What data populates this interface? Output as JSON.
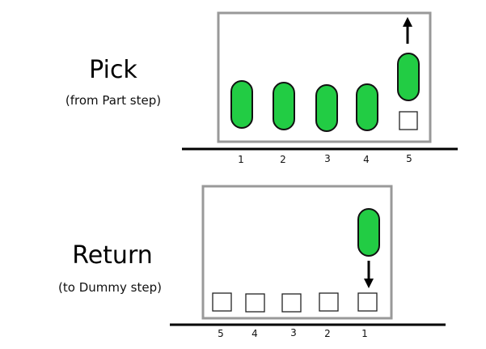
{
  "colors": {
    "part_fill": "#22cc44",
    "part_stroke": "#111111",
    "frame_stroke": "#999999",
    "rail": "#000000",
    "slot_stroke": "#222222"
  },
  "pick": {
    "title": "Pick",
    "subtitle": "(from Part step)",
    "slots": [
      {
        "number": "1",
        "filled": true,
        "raised": false
      },
      {
        "number": "2",
        "filled": true,
        "raised": false
      },
      {
        "number": "3",
        "filled": true,
        "raised": false
      },
      {
        "number": "4",
        "filled": true,
        "raised": false
      },
      {
        "number": "5",
        "filled": false,
        "raised": true
      }
    ],
    "arrow": "up-arrow"
  },
  "return": {
    "title": "Return",
    "subtitle": "(to Dummy step)",
    "slots": [
      {
        "number": "5",
        "filled": false
      },
      {
        "number": "4",
        "filled": false
      },
      {
        "number": "3",
        "filled": false
      },
      {
        "number": "2",
        "filled": false
      },
      {
        "number": "1",
        "filled": false
      }
    ],
    "incoming_part_slot": "1",
    "arrow": "down-arrow"
  }
}
